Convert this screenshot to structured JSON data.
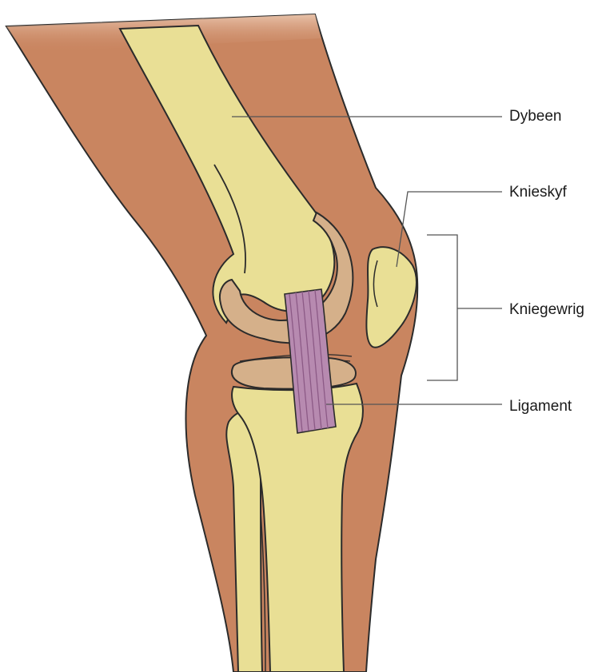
{
  "labels": {
    "femur": "Dybeen",
    "patella": "Knieskyf",
    "joint": "Kniegewrig",
    "ligament": "Ligament"
  },
  "colors": {
    "skin": "#c98560",
    "skin_top_fade": "#e8c2a9",
    "bone": "#e9df95",
    "cartilage": "#d5b08a",
    "ligament": "#b78ab0",
    "ligament_lines": "#8c5a86",
    "outline": "#2b2b2b",
    "leader_line": "#555555",
    "background": "#ffffff"
  }
}
